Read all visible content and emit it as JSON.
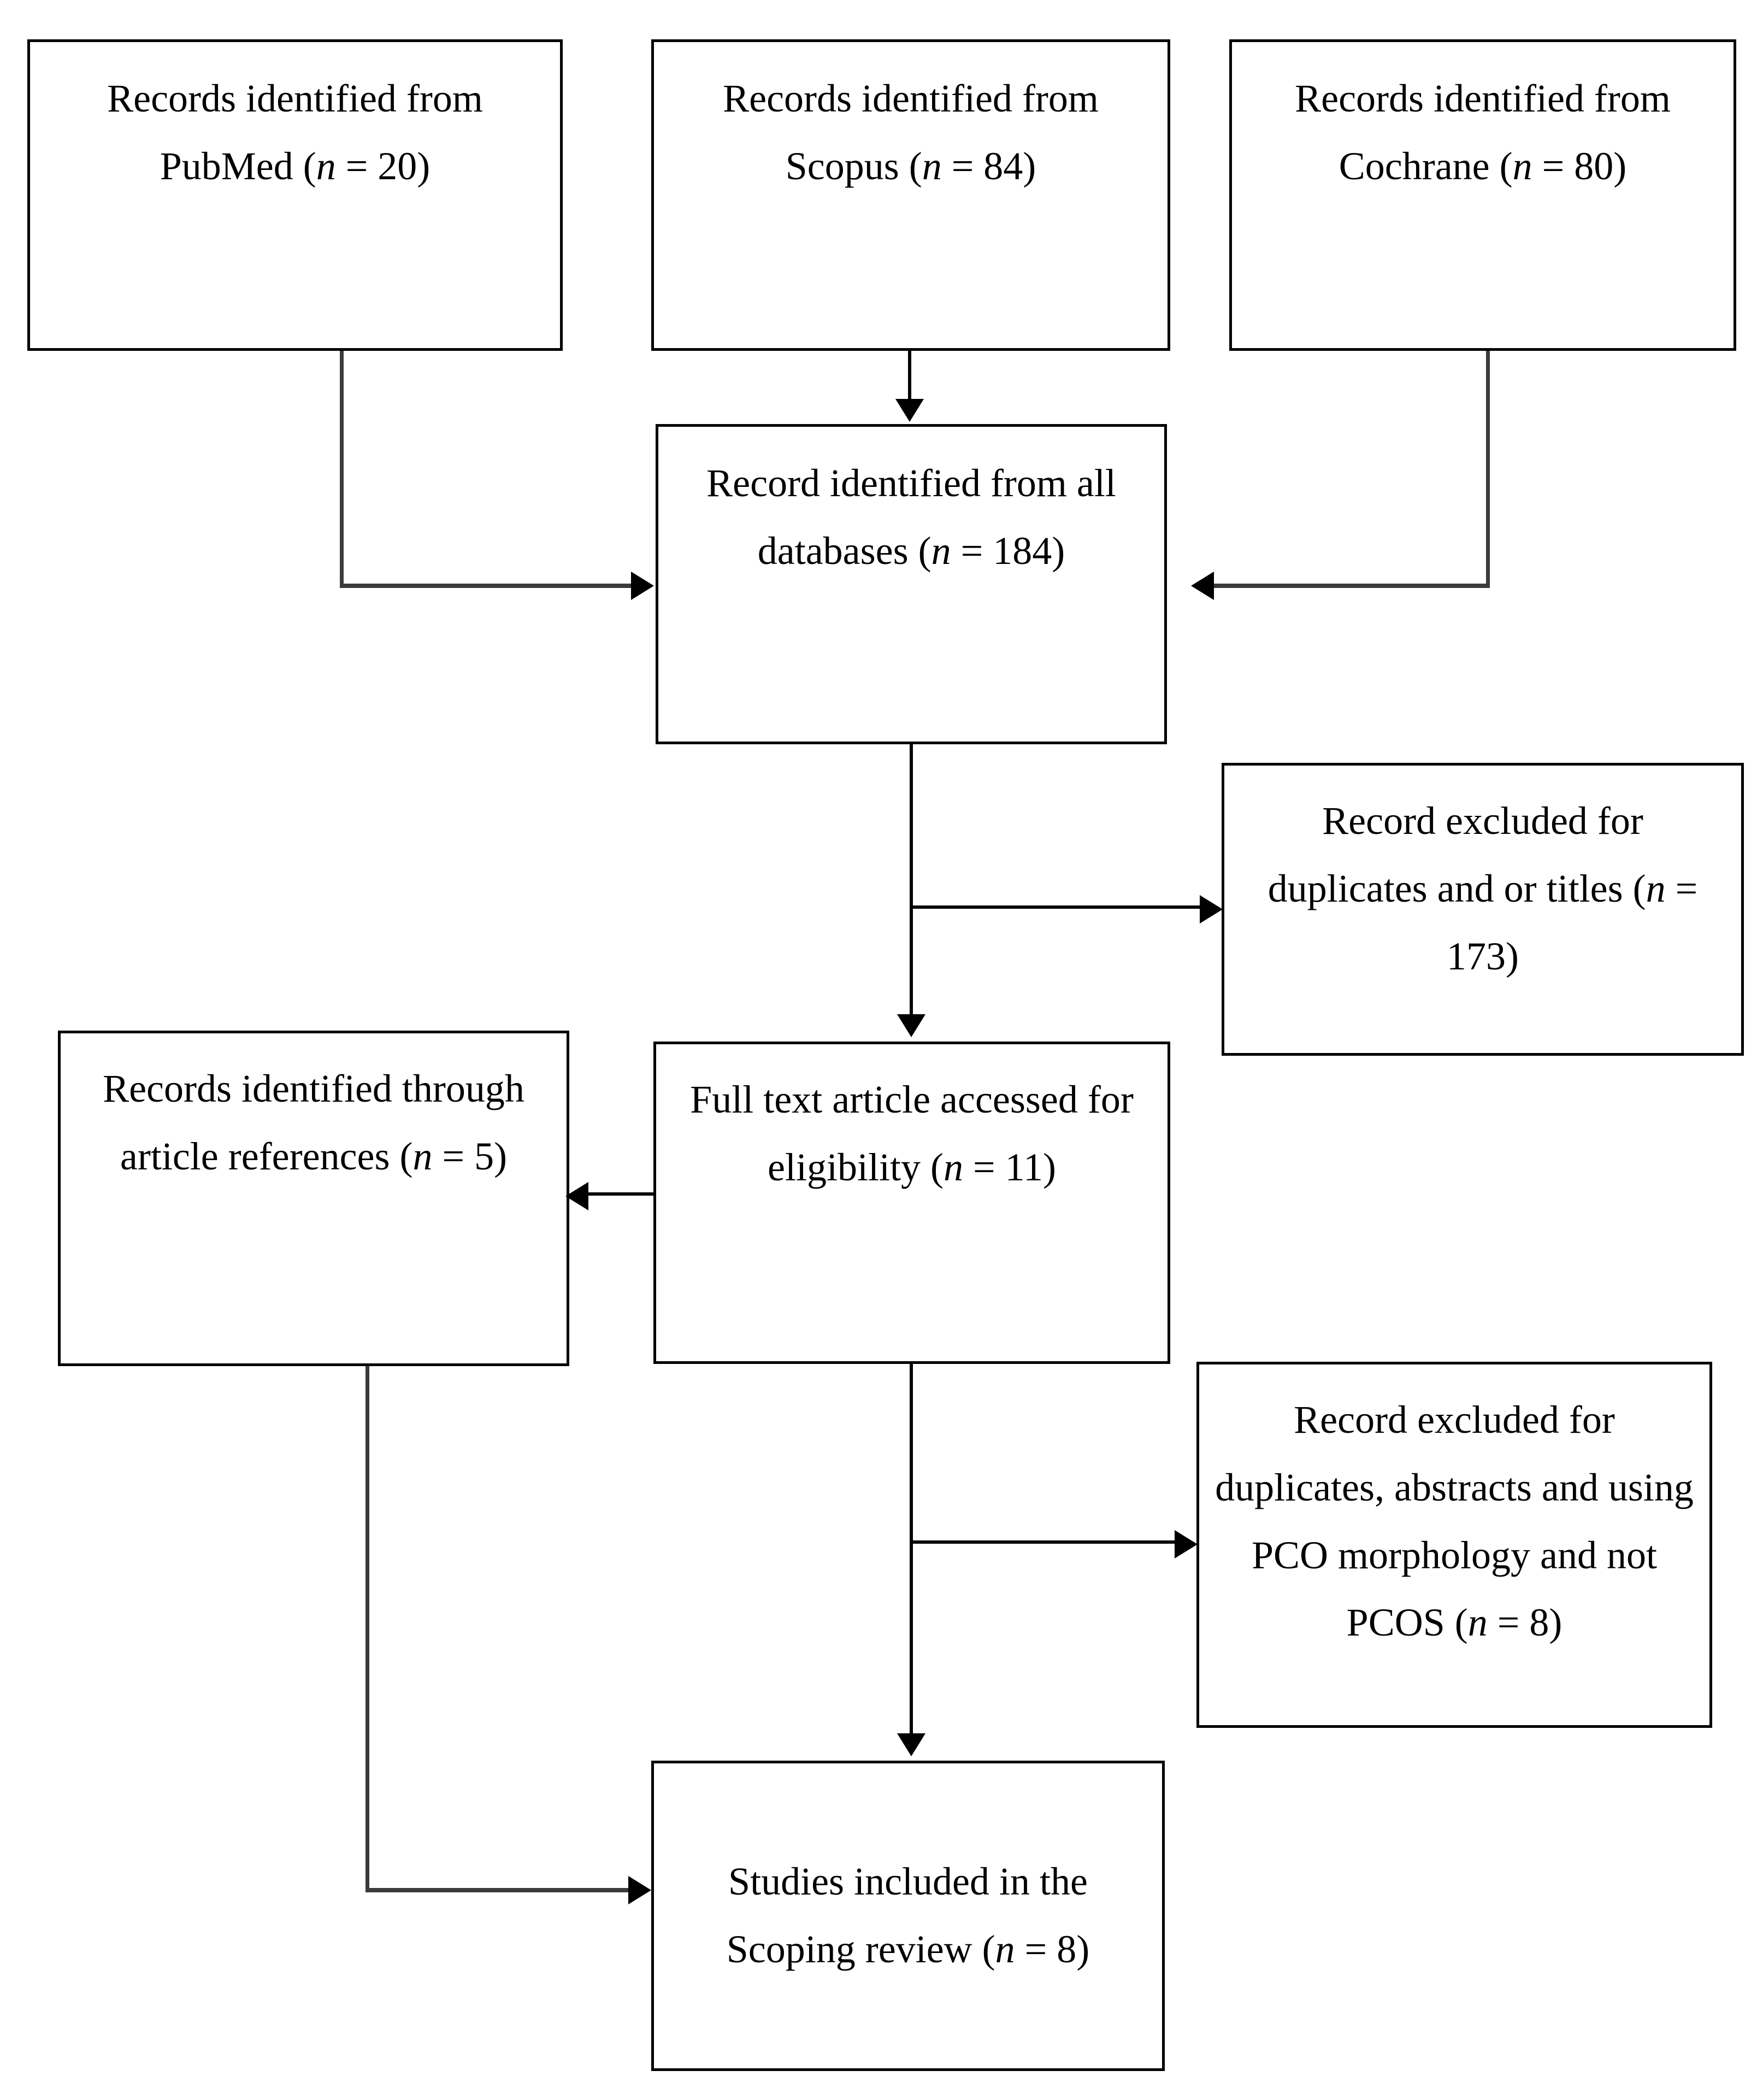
{
  "diagram": {
    "type": "prisma-flow-diagram",
    "nodes": {
      "pubmed": {
        "text": "Records identified from PubMed (n = 20)",
        "source": "PubMed",
        "n": 20
      },
      "scopus": {
        "text": "Records identified from Scopus (n = 84)",
        "source": "Scopus",
        "n": 84
      },
      "cochrane": {
        "text": "Records identified from Cochrane (n = 80)",
        "source": "Cochrane",
        "n": 80
      },
      "alldb": {
        "text": "Record identified from all databases (n = 184)",
        "n": 184
      },
      "excluded_titles": {
        "text": "Record excluded for duplicates and or titles (n = 173)",
        "n": 173
      },
      "article_references": {
        "text": "Records identified through article references (n = 5)",
        "n": 5
      },
      "fulltext": {
        "text": "Full text article accessed for eligibility (n = 11)",
        "n": 11
      },
      "excluded_pco": {
        "text": "Record excluded for duplicates, abstracts and using PCO morphology and not PCOS (n = 8)",
        "n": 8
      },
      "included": {
        "text": "Studies included in the Scoping review (n = 8)",
        "n": 8
      }
    },
    "edges": [
      {
        "from": "pubmed",
        "to": "alldb",
        "style": "elbow-down-right"
      },
      {
        "from": "scopus",
        "to": "alldb",
        "style": "straight-down"
      },
      {
        "from": "cochrane",
        "to": "alldb",
        "style": "elbow-down-left"
      },
      {
        "from": "alldb",
        "to": "excluded_titles",
        "style": "branch-right"
      },
      {
        "from": "alldb",
        "to": "fulltext",
        "style": "straight-down"
      },
      {
        "from": "fulltext",
        "to": "article_references",
        "style": "straight-left"
      },
      {
        "from": "fulltext",
        "to": "excluded_pco",
        "style": "branch-right"
      },
      {
        "from": "fulltext",
        "to": "included",
        "style": "straight-down"
      },
      {
        "from": "article_references",
        "to": "included",
        "style": "elbow-down-right"
      }
    ],
    "colors": {
      "box_border": "#000000",
      "box_fill": "#ffffff",
      "connector": "#3b3b3b",
      "connector_dark": "#000000",
      "text": "#000000"
    }
  }
}
